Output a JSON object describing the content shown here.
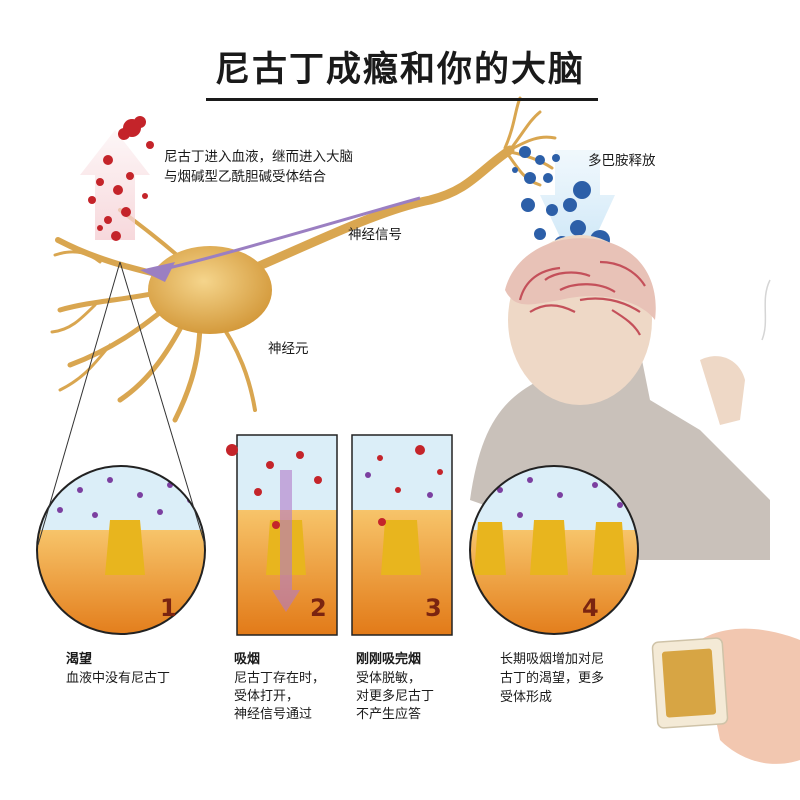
{
  "title": "尼古丁成瘾和你的大脑",
  "labels": {
    "nicotine_enters": [
      "尼古丁进入血液，继而进入大脑",
      "与烟碱型乙酰胆碱受体结合"
    ],
    "dopamine_release": "多巴胺释放",
    "nerve_signal": "神经信号",
    "neuron": "神经元"
  },
  "stages": [
    {
      "number": "1",
      "title": "渴望",
      "lines": [
        "血液中没有尼古丁"
      ]
    },
    {
      "number": "2",
      "title": "吸烟",
      "lines": [
        "尼古丁存在时，",
        "受体打开，",
        "神经信号通过"
      ]
    },
    {
      "number": "3",
      "title": "刚刚吸完烟",
      "lines": [
        "受体脱敏，",
        "对更多尼古丁",
        "不产生应答"
      ]
    },
    {
      "number": "4",
      "title": "",
      "lines": [
        "长期吸烟增加对尼",
        "古丁的渴望，更多",
        "受体形成"
      ]
    }
  ],
  "colors": {
    "neuron": "#e6b85c",
    "nicotine": "#c4242a",
    "dopamine": "#2c5fa8",
    "membrane": "#f2a84a",
    "receptor": "#e8b51e",
    "dots": "#7b3fa0"
  }
}
